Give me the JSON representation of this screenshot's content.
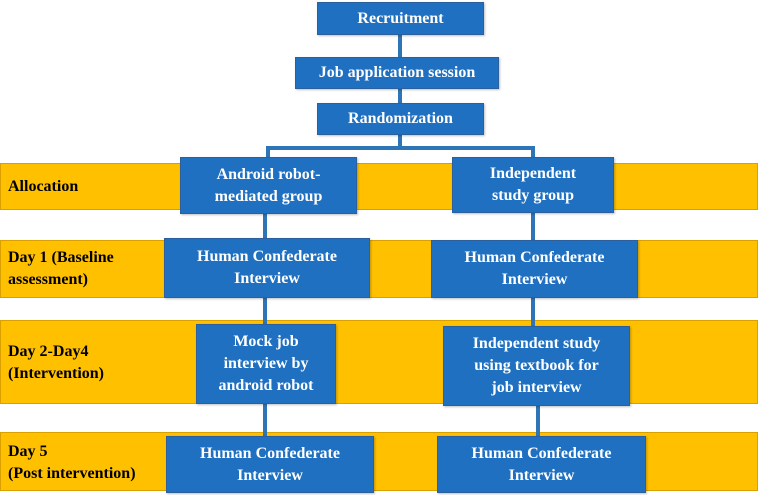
{
  "colors": {
    "band": "#FFC000",
    "box": "#1F70C1",
    "box_text": "#FFFFFF",
    "connector": "#2E75B6"
  },
  "top": {
    "recruitment": "Recruitment",
    "job_application": "Job application  session",
    "randomization": "Randomization"
  },
  "bands": {
    "allocation": "Allocation",
    "day1": "Day 1   (Baseline\nassessment)",
    "day2_4": "Day 2-Day4\n(Intervention)",
    "day5": "Day 5\n(Post intervention)"
  },
  "android_group": {
    "allocation": "Android robot-\nmediated group",
    "day1": "Human Confederate\nInterview",
    "day2_4": "Mock job\ninterview by\nandroid robot",
    "day5": "Human Confederate\nInterview"
  },
  "independent_group": {
    "allocation": "Independent\nstudy group",
    "day1": "Human Confederate\nInterview",
    "day2_4": "Independent study\nusing textbook for\njob interview",
    "day5": "Human Confederate\nInterview"
  }
}
